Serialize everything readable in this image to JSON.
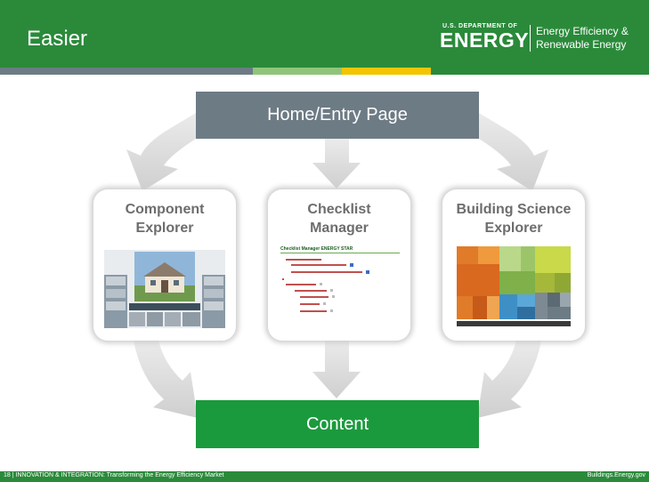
{
  "header": {
    "title": "Easier",
    "logo_dept": "U.S. DEPARTMENT OF",
    "logo_energy": "ENERGY",
    "logo_office_line1": "Energy Efficiency &",
    "logo_office_line2": "Renewable Energy"
  },
  "diagram": {
    "top_box": "Home/Entry Page",
    "bottom_box": "Content",
    "cards": [
      {
        "title_line1": "Component",
        "title_line2": "Explorer"
      },
      {
        "title_line1": "Checklist",
        "title_line2": "Manager"
      },
      {
        "title_line1": "Building Science",
        "title_line2": "Explorer"
      }
    ],
    "checklist_thumb_heading": "Checklist Manager ENERGY STAR"
  },
  "footer": {
    "left": "18 | INNOVATION & INTEGRATION: Transforming the Energy Efficiency Market",
    "right": "Buildings.Energy.gov"
  },
  "colors": {
    "brand_green": "#2a8a3a",
    "content_green": "#1b9a3d",
    "slate": "#6d7b85",
    "accent_yellow": "#f2c500",
    "arrow_gray": "#d7d7d7"
  }
}
